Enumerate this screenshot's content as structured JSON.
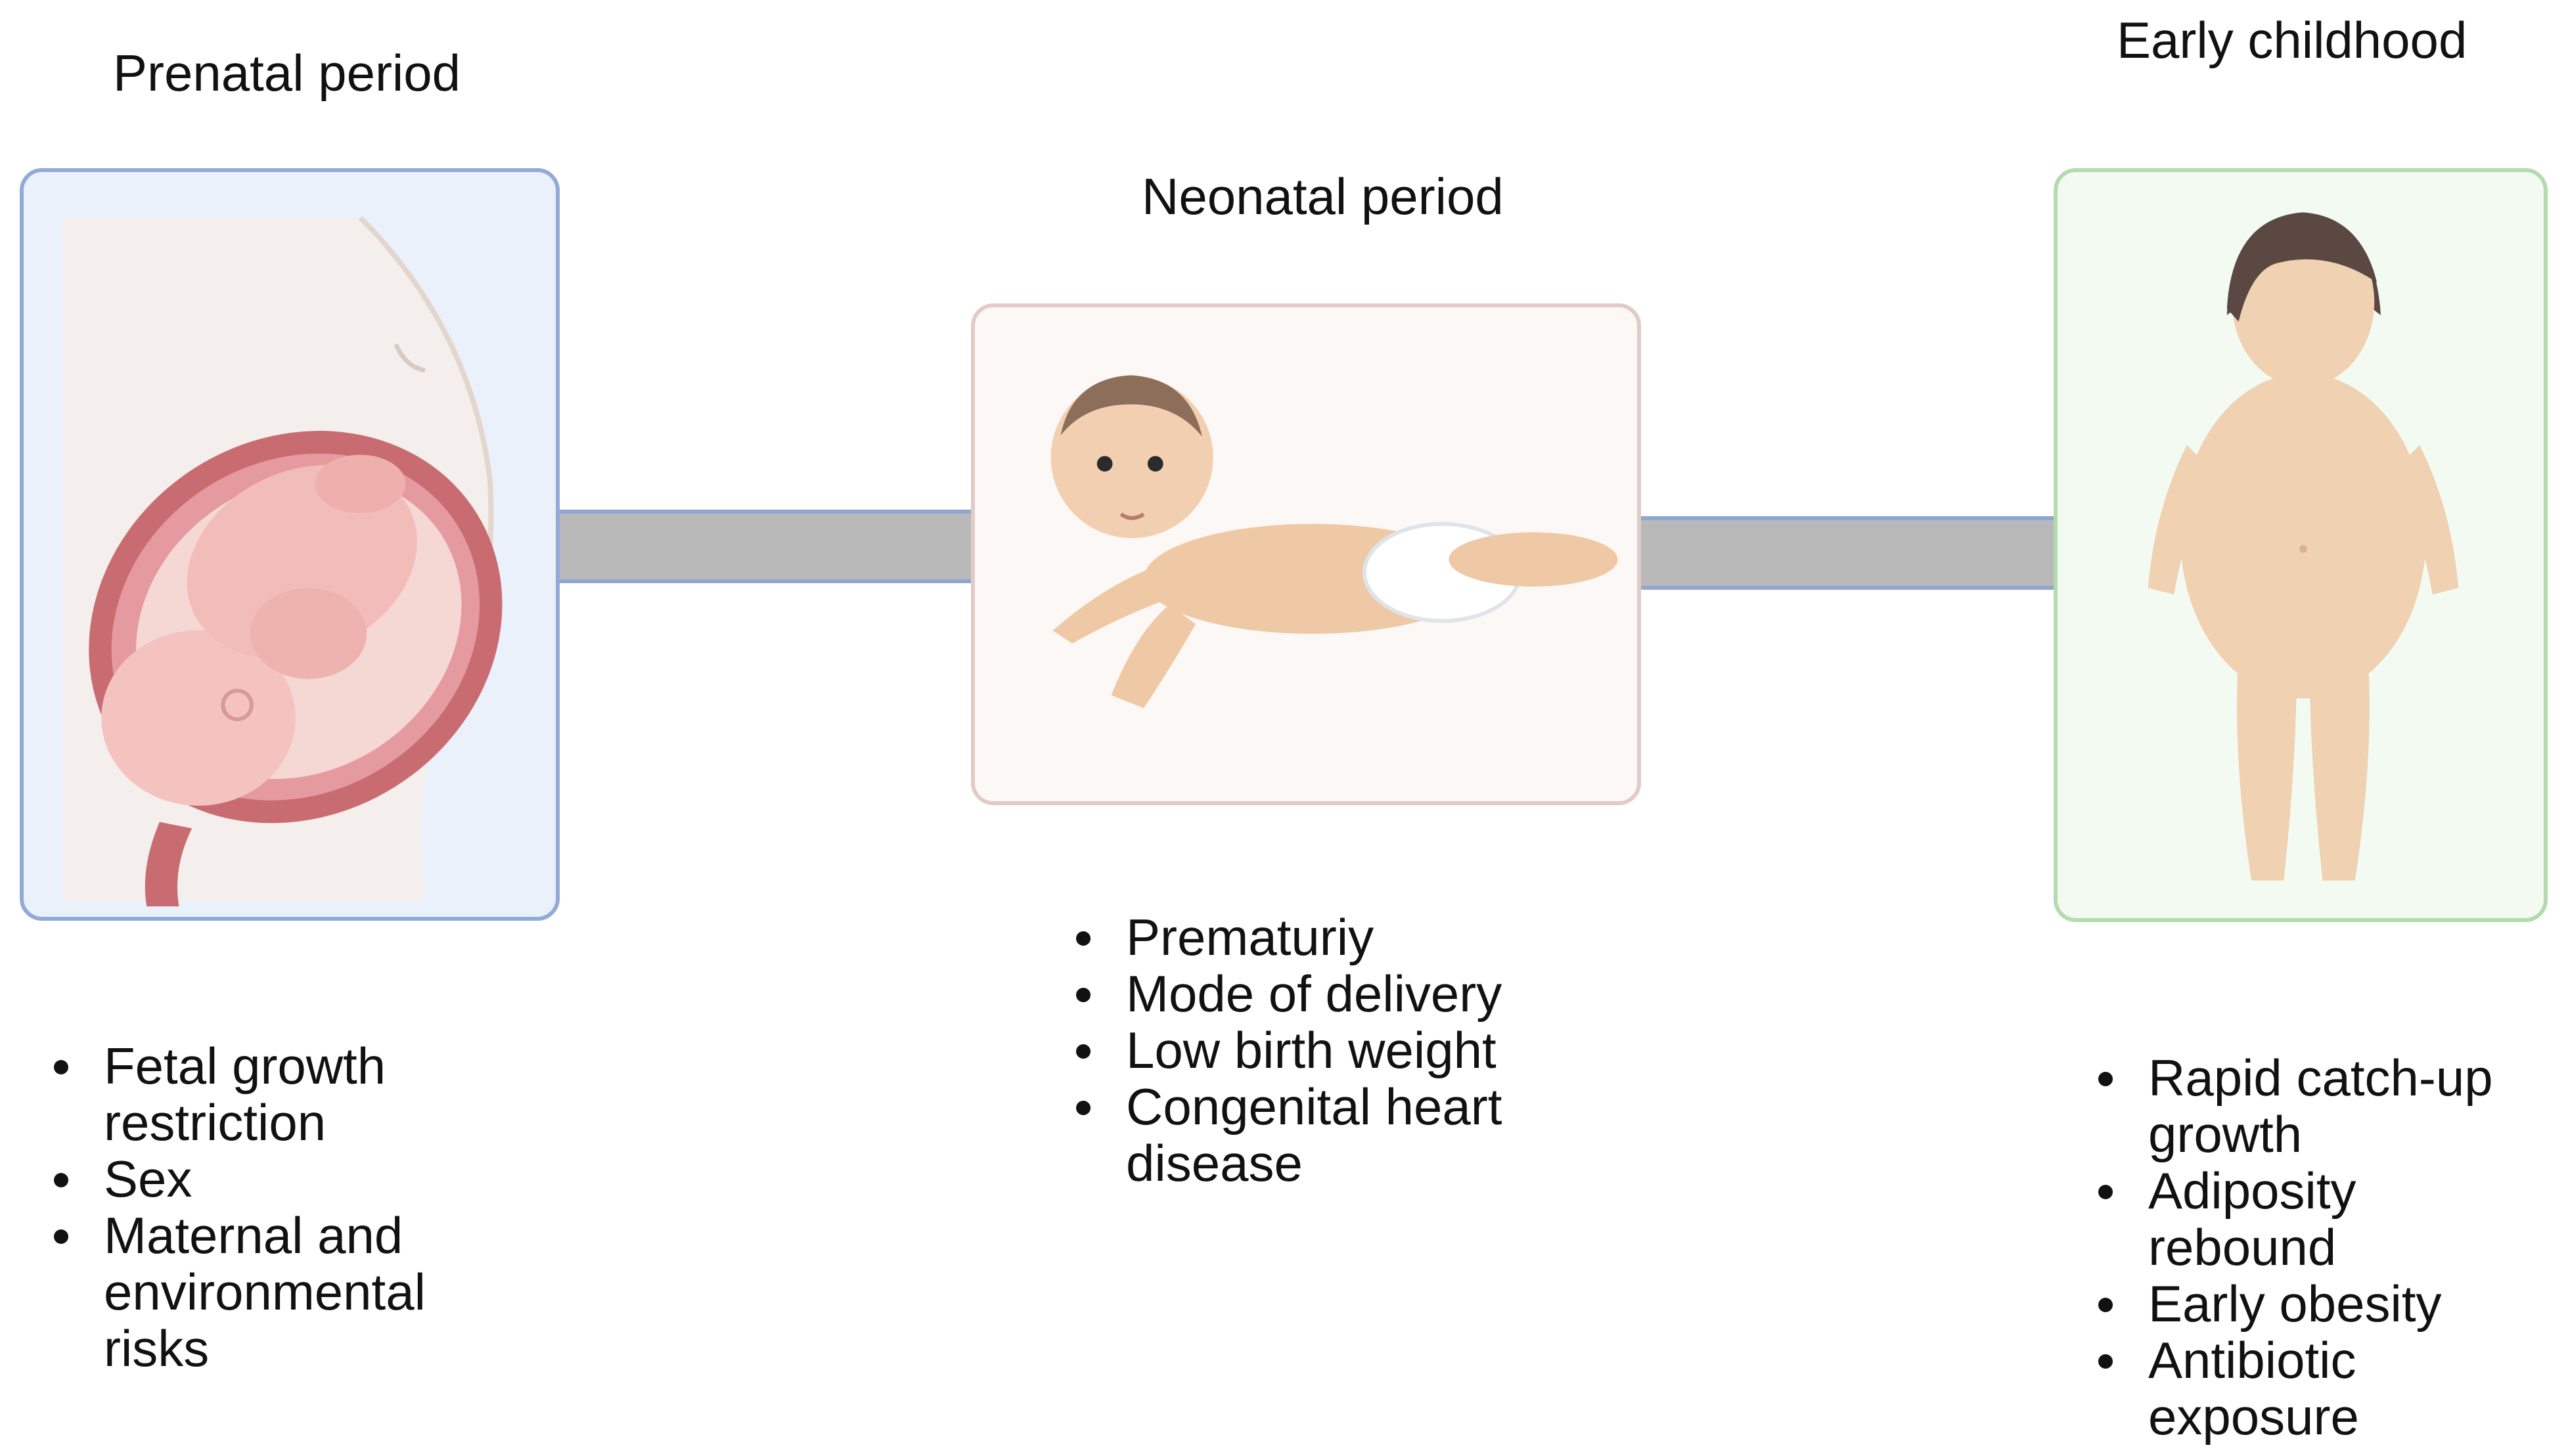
{
  "stages": {
    "prenatal": {
      "title": "Prenatal  period",
      "illustration": "pregnant-uterus-fetus-illustration",
      "factors": [
        "Fetal growth restriction",
        "Sex",
        "Maternal and environmental risks"
      ]
    },
    "neonatal": {
      "title": "Neonatal period",
      "illustration": "infant-lying-on-tummy-illustration",
      "factors": [
        "Prematuriy",
        "Mode of delivery",
        "Low birth weight",
        "Congenital heart disease"
      ]
    },
    "early_childhood": {
      "title": "Early childhood",
      "illustration": "standing-toddler-illustration",
      "factors": [
        "Rapid catch-up growth",
        "Adiposity rebound",
        "Early obesity",
        "Antibiotic exposure"
      ]
    }
  },
  "colors": {
    "prenatal_border": "#93a9d8",
    "prenatal_fill": "#eaf1fb",
    "neonatal_border": "#e2cbc6",
    "neonatal_fill": "#fcf8f6",
    "early_border": "#b4dbae",
    "early_fill": "#f3faf1",
    "connector_fill": "#b9b9b9",
    "connector_edge": "#8fa6d3"
  }
}
